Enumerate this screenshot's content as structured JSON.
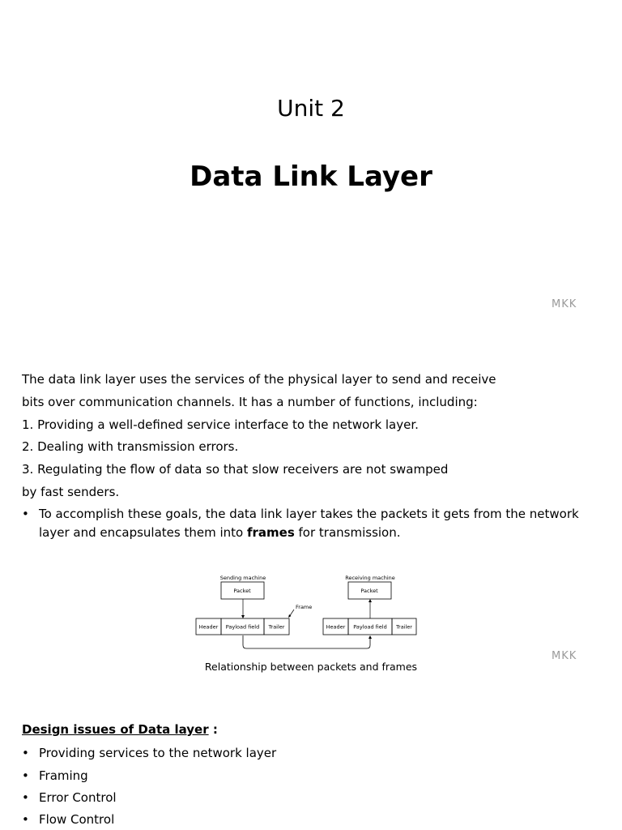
{
  "slide1": {
    "unit": "Unit 2",
    "title": "Data Link Layer",
    "watermark": "MKK"
  },
  "slide2": {
    "lines": [
      "The data link layer uses the services of the physical layer to send and receive",
      "bits over communication channels. It has a number of functions, including:",
      "1. Providing a well-defined service interface to the network layer.",
      "2. Dealing with transmission errors.",
      "3. Regulating the flow of data so that slow receivers are not swamped",
      "by fast senders."
    ],
    "bullet_prefix": "To accomplish these goals, the data link layer takes the packets it gets from the network layer and encapsulates them into ",
    "bullet_bold": "frames",
    "bullet_suffix": " for transmission.",
    "bullet_symbol": "•",
    "diagram": {
      "sending": "Sending machine",
      "receiving": "Receiving machine",
      "packet": "Packet",
      "frame": "Frame",
      "header": "Header",
      "payload": "Payload field",
      "trailer": "Trailer"
    },
    "caption": "Relationship between packets and frames",
    "watermark": "MKK"
  },
  "design": {
    "heading": "Design issues of Data layer",
    "heading_suffix": " :",
    "items": [
      "Providing services to the network layer",
      "Framing",
      "Error Control",
      "Flow Control"
    ]
  }
}
